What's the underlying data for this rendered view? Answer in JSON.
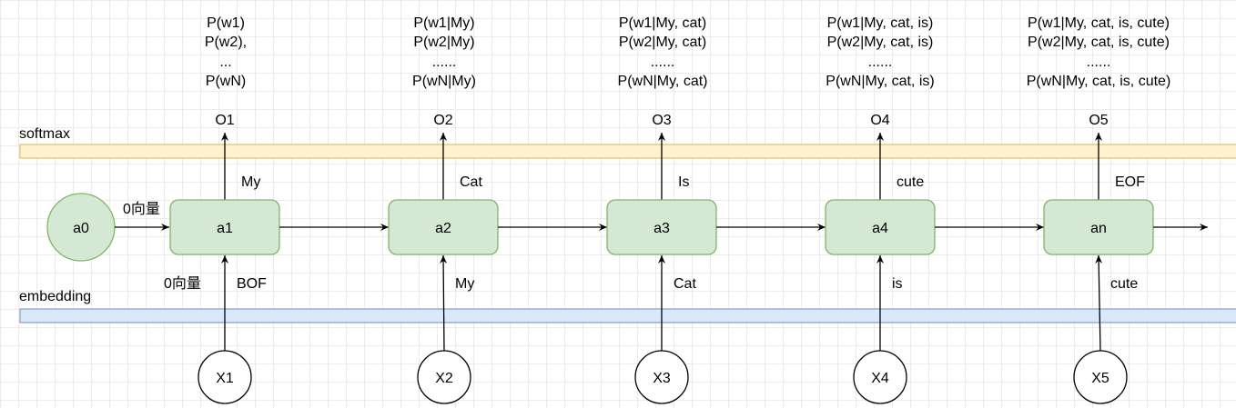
{
  "softmax_label": "softmax",
  "embedding_label": "embedding",
  "initial_state": {
    "label": "a0",
    "edge_label": "0向量"
  },
  "initial_input_label": "0向量",
  "steps": [
    {
      "probs": [
        "P(w1)",
        "P(w2),",
        "...",
        "P(wN)"
      ],
      "output": "O1",
      "out_word": "My",
      "state": "a1",
      "in_word": "BOF",
      "input": "X1"
    },
    {
      "probs": [
        "P(w1|My)",
        "P(w2|My)",
        "......",
        "P(wN|My)"
      ],
      "output": "O2",
      "out_word": "Cat",
      "state": "a2",
      "in_word": "My",
      "input": "X2"
    },
    {
      "probs": [
        "P(w1|My, cat)",
        "P(w2|My, cat)",
        "......",
        "P(wN|My, cat)"
      ],
      "output": "O3",
      "out_word": "Is",
      "state": "a3",
      "in_word": "Cat",
      "input": "X3"
    },
    {
      "probs": [
        "P(w1|My, cat, is)",
        "P(w2|My, cat, is)",
        "......",
        "P(wN|My, cat, is)"
      ],
      "output": "O4",
      "out_word": "cute",
      "state": "a4",
      "in_word": "is",
      "input": "X4"
    },
    {
      "probs": [
        "P(w1|My, cat, is, cute)",
        "P(w2|My, cat, is, cute)",
        "......",
        "P(wN|My, cat, is, cute)"
      ],
      "output": "O5",
      "out_word": "EOF",
      "state": "an",
      "in_word": "cute",
      "input": "X5"
    }
  ],
  "colors": {
    "node_fill": "#d5e8d4",
    "node_stroke": "#82b366",
    "softmax_fill": "#fff2cc",
    "softmax_stroke": "#d6b656",
    "embedding_fill": "#dae8fc",
    "embedding_stroke": "#6c8ebf"
  }
}
